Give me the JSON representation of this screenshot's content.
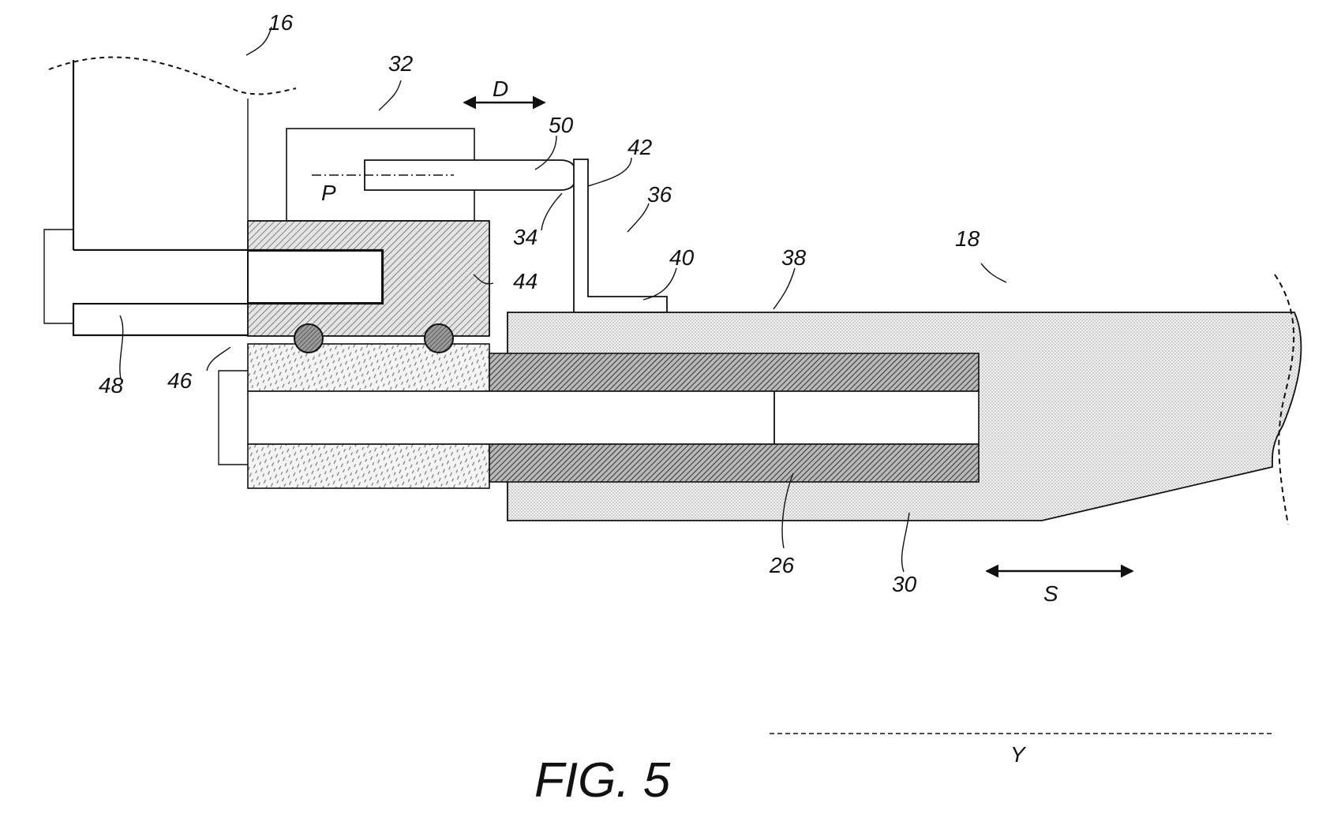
{
  "figure": {
    "title": "FIG. 5",
    "labels": {
      "l16": "16",
      "l32": "32",
      "lD": "D",
      "l50": "50",
      "l42": "42",
      "lP": "P",
      "l34": "34",
      "l36": "36",
      "l18": "18",
      "l40": "40",
      "l38": "38",
      "l44": "44",
      "l48": "48",
      "l46": "46",
      "l26": "26",
      "l30": "30",
      "lS": "S",
      "lY": "Y"
    }
  }
}
